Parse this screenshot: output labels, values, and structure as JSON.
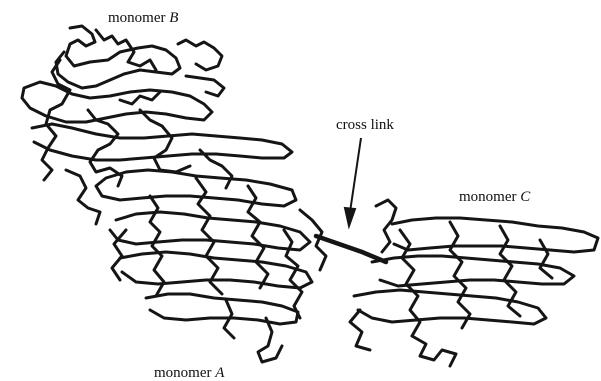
{
  "labels": {
    "monomer_b": {
      "prefix": "monomer ",
      "letter": "B"
    },
    "monomer_c": {
      "prefix": "monomer ",
      "letter": "C"
    },
    "monomer_a": {
      "prefix": "monomer ",
      "letter": "A"
    },
    "cross_link": "cross link"
  },
  "colors": {
    "trace": "#151515",
    "background": "#ffffff",
    "text": "#111111"
  }
}
